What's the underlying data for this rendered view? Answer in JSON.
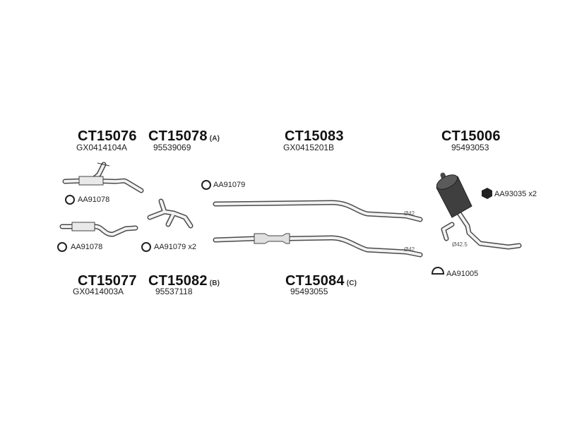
{
  "parts": {
    "ct15076": {
      "number": "CT15076",
      "ref": "GX0414104A"
    },
    "ct15078": {
      "number": "CT15078",
      "variant": "(A)",
      "ref": "95539069"
    },
    "ct15083": {
      "number": "CT15083",
      "ref": "GX0415201B"
    },
    "ct15006": {
      "number": "CT15006",
      "ref": "95493053"
    },
    "ct15077": {
      "number": "CT15077",
      "ref": "GX0414003A"
    },
    "ct15082": {
      "number": "CT15082",
      "variant": "(B)",
      "ref": "95537118"
    },
    "ct15084": {
      "number": "CT15084",
      "variant": "(C)",
      "ref": "95493055"
    }
  },
  "clamps": {
    "c1": "AA91078",
    "c2": "AA91078",
    "c3": "AA91079",
    "c4": "AA91079 x2",
    "c5": "AA93035 x2",
    "c6": "AA91005"
  },
  "diameters": {
    "d1": "Ø42",
    "d2": "Ø42",
    "d3": "Ø42.5"
  }
}
